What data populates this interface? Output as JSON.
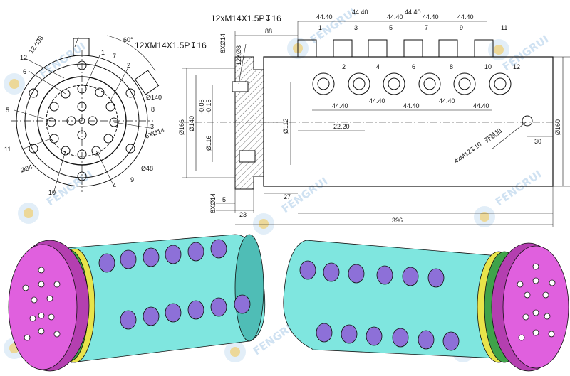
{
  "colors": {
    "line": "#111111",
    "body": "#7fe6df",
    "body_dark": "#4fbdb6",
    "flange": "#e060de",
    "flange_dark": "#b43fb0",
    "port": "#8d70d8",
    "port_dark": "#4b35a0",
    "ring_yellow": "#e8e44a",
    "ring_green": "#3fa24a",
    "watermark": "#2f7fc7"
  },
  "watermark": {
    "text": "FENGRUI"
  },
  "front_view": {
    "outer_dia": "Ø166",
    "bolt_circle": "Ø140",
    "bore": "Ø48",
    "small_dia": "Ø84",
    "holes_label": "6XØ14",
    "top_holes_label": "12XØ8",
    "angle": "60°",
    "port_numbers": [
      "1",
      "2",
      "3",
      "4",
      "5",
      "6",
      "7",
      "8",
      "9",
      "10",
      "11",
      "12"
    ]
  },
  "side_view": {
    "thread_callout": "12XM14X1.5P↧16",
    "holes_top": "6XØ14",
    "holes_bottom": "6XØ14",
    "slot_label": "12XØ8",
    "dim_88": "88",
    "dim_166": "Ø166",
    "dim_140": "Ø140",
    "dim_116": "Ø116",
    "tol_upper": "-0.05",
    "tol_lower": "-0.15",
    "dim_112": "Ø112",
    "dim_5": "5",
    "dim_23": "23",
    "dim_27": "27"
  },
  "main_view": {
    "thread_callout": "12xM14X1.5P↧16",
    "pitch_top": [
      "44.40",
      "44.40",
      "44.40",
      "44.40",
      "44.40",
      "44.40"
    ],
    "pitch_bottom": [
      "44.40",
      "44.40",
      "44.40",
      "44.40",
      "44.40"
    ],
    "dim_2220": "22.20",
    "dim_160": "Ø160",
    "dim_30": "30",
    "dim_396": "396",
    "tap_callout": "4xM12↧10",
    "tap_note": "开铣扣",
    "top_ports": [
      "1",
      "3",
      "5",
      "7",
      "9",
      "11"
    ],
    "bottom_ports": [
      "2",
      "4",
      "6",
      "8",
      "10",
      "12"
    ]
  }
}
